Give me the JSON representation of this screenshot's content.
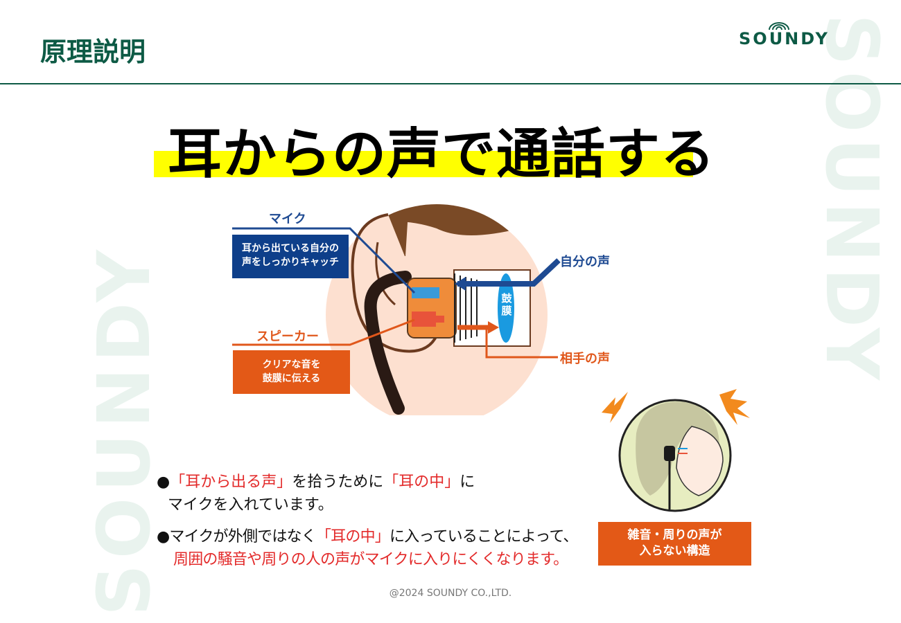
{
  "header": {
    "page_title": "原理説明",
    "brand": "SOUNDY"
  },
  "watermark": "SOUNDY",
  "headline": "耳からの声で通話する",
  "diagram": {
    "mic_label": "マイク",
    "mic_desc_line1": "耳から出ている自分の",
    "mic_desc_line2": "声をしっかりキャッチ",
    "speaker_label": "スピーカー",
    "speaker_desc_line1": "クリアな音を",
    "speaker_desc_line2": "鼓膜に伝える",
    "own_voice": "自分の声",
    "other_voice": "相手の声",
    "eardrum": "鼓膜"
  },
  "bullets": {
    "b1_pre": "●",
    "b1_red1": "「耳から出る声」",
    "b1_mid": "を拾うために",
    "b1_red2": "「耳の中」",
    "b1_end": "に",
    "b1_line2": "マイクを入れています。",
    "b2_pre": "●マイクが外側ではなく",
    "b2_red1": "「耳の中」",
    "b2_mid": "に入っていることによって、",
    "b2_red2": "周囲の騒音や周りの人の声がマイクに入りにくくなります。"
  },
  "caption": {
    "line1": "雑音・周りの声が",
    "line2": "入らない構造"
  },
  "footer": "@2024 SOUNDY CO.,LTD.",
  "colors": {
    "brand_green": "#0d5a45",
    "navy": "#0e3f8a",
    "orange": "#e35917",
    "highlight_yellow": "#ffff00",
    "emphasis_red": "#e32a2a"
  }
}
